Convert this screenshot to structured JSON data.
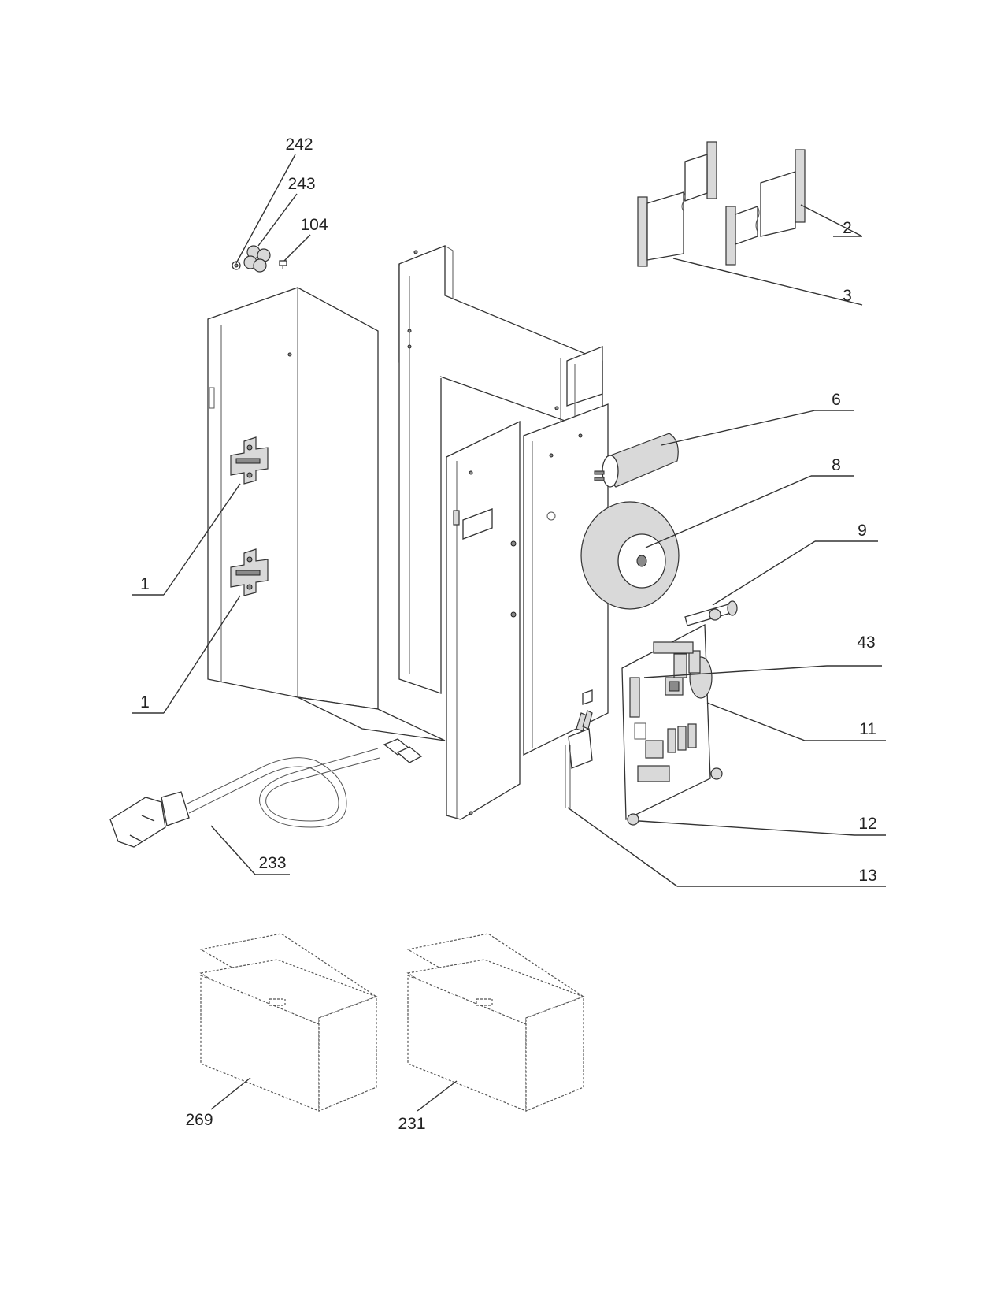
{
  "callouts": [
    "242",
    "243",
    "104",
    "2",
    "3",
    "6",
    "8",
    "9",
    "43",
    "11",
    "12",
    "13",
    "1",
    "1",
    "233",
    "269",
    "231"
  ],
  "colors": {
    "line": "#333333",
    "background": "#ffffff"
  }
}
